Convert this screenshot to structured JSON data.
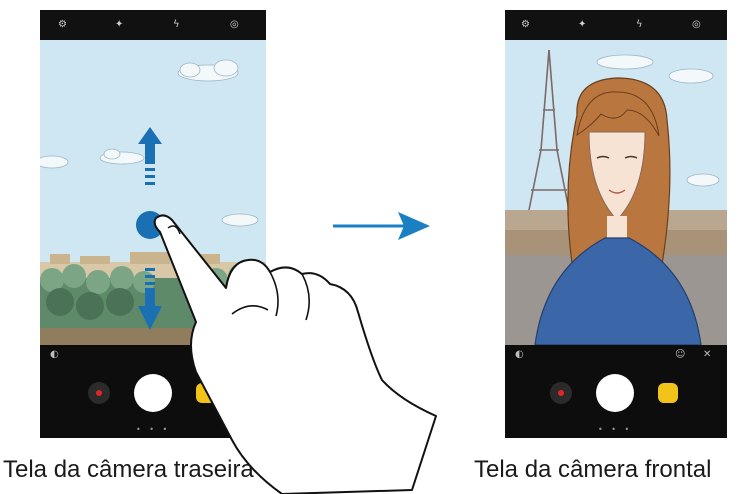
{
  "rear_screen": {
    "top_icons": [
      "settings-icon",
      "filter-icon",
      "flash-icon",
      "more-icon"
    ],
    "bottom_icons": [
      "switch-camera-icon"
    ],
    "caption": "Tela da câmera traseira"
  },
  "front_screen": {
    "top_icons": [
      "settings-icon",
      "filter-icon",
      "flash-icon",
      "more-icon"
    ],
    "bottom_icons": [
      "switch-camera-icon",
      "beauty-icon",
      "effects-icon"
    ],
    "caption": "Tela da câmera frontal"
  },
  "gesture": {
    "touch_point": "blue-circle",
    "directions": [
      "up",
      "down"
    ]
  },
  "transition": {
    "arrow": "right-arrow-icon"
  },
  "colors": {
    "accent_blue": "#1b6fb3",
    "sky": "#cfe6f3",
    "record_red": "#e32525",
    "bixby_yellow": "#f2c318"
  }
}
